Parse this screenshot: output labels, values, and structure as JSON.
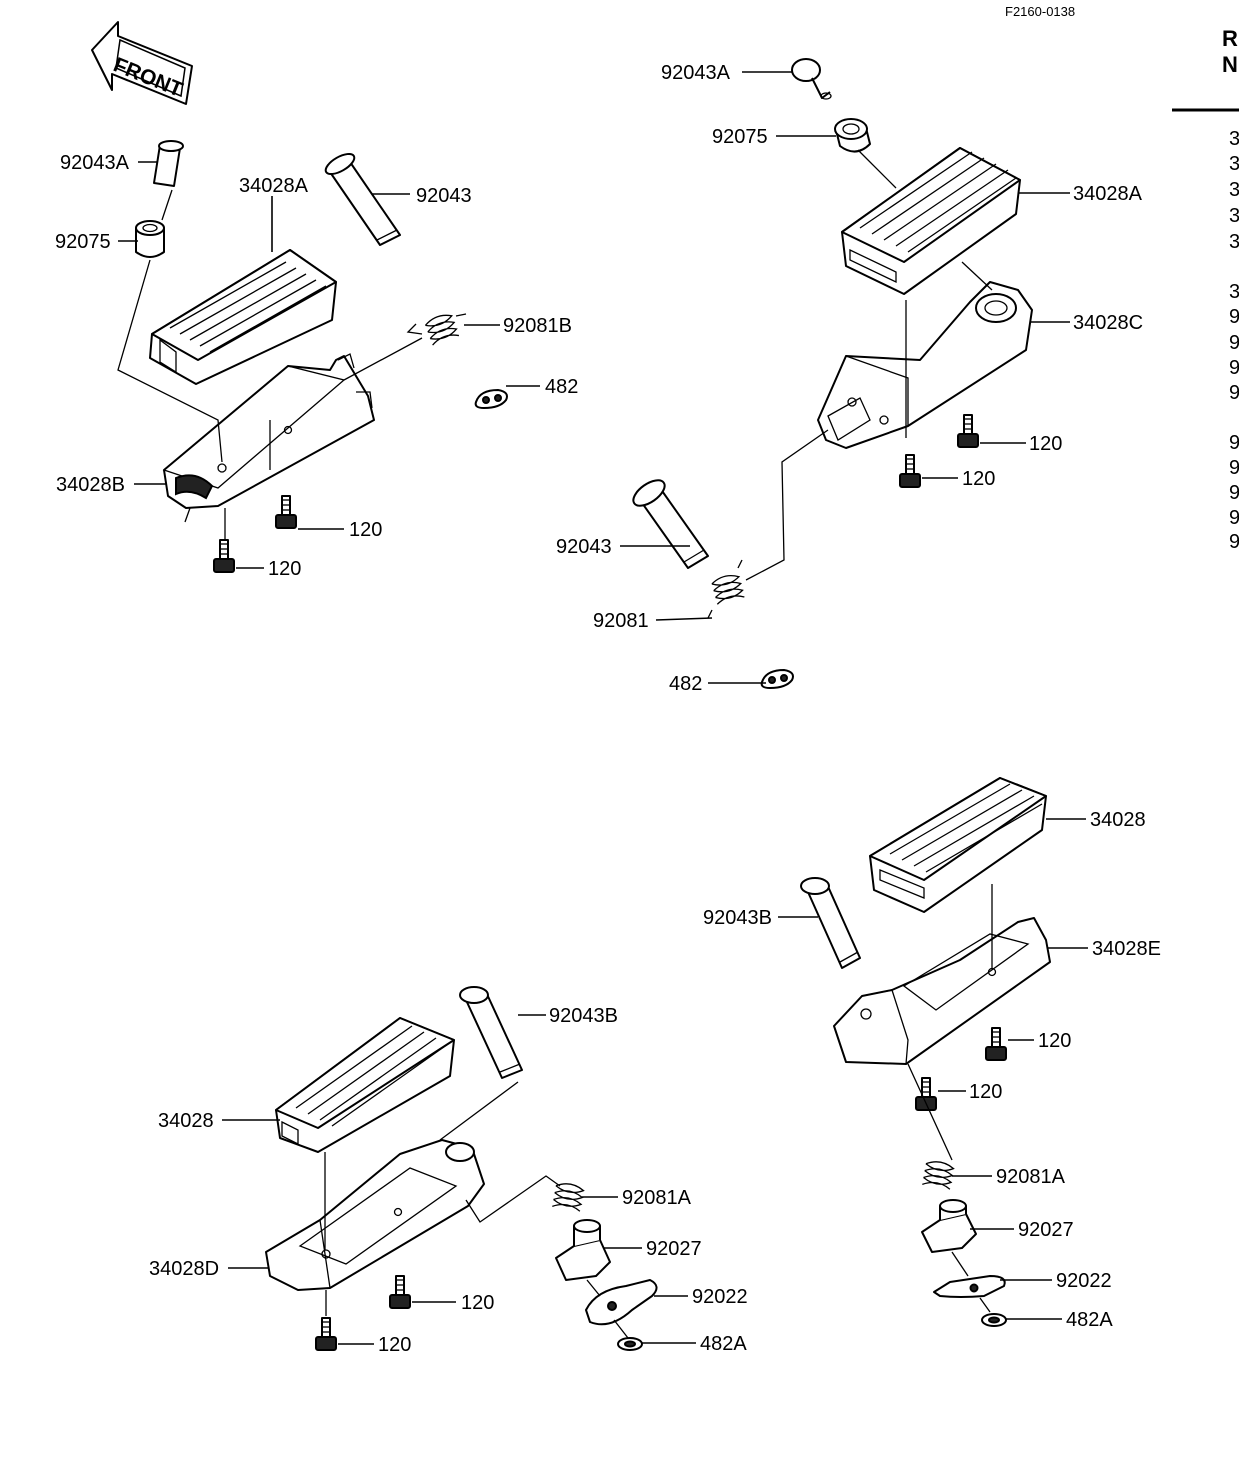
{
  "figure_code": "F2160-0138",
  "front_label": "FRONT",
  "edge_text": {
    "header": [
      "R",
      "N"
    ],
    "column": [
      "3",
      "3",
      "3",
      "3",
      "3",
      "3",
      "9",
      "9",
      "9",
      "9",
      "9",
      "9",
      "9",
      "9",
      "9"
    ]
  },
  "groups": {
    "top_left": {
      "labels": [
        "92043A",
        "92075",
        "34028A",
        "92043",
        "92081B",
        "482",
        "34028B",
        "120",
        "120"
      ]
    },
    "top_right": {
      "labels": [
        "92043A",
        "92075",
        "34028A",
        "34028C",
        "120",
        "120",
        "92043",
        "92081",
        "482"
      ]
    },
    "bottom_left": {
      "labels": [
        "92043B",
        "34028",
        "34028D",
        "92081A",
        "92027",
        "92022",
        "120",
        "120",
        "482A"
      ]
    },
    "bottom_right": {
      "labels": [
        "34028",
        "92043B",
        "34028E",
        "120",
        "120",
        "92081A",
        "92027",
        "92022",
        "482A"
      ]
    }
  }
}
